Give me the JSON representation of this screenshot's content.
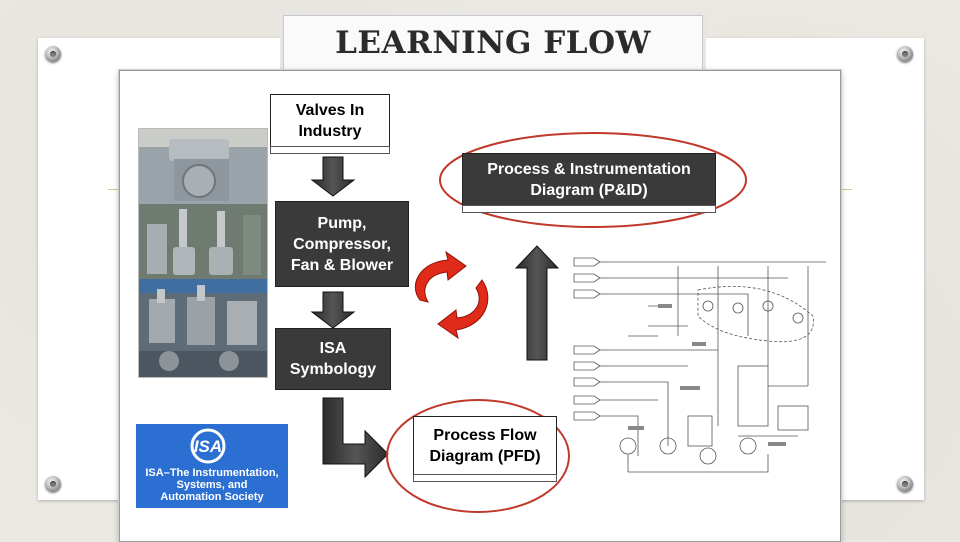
{
  "title": "LEARNING FLOW",
  "boxes": {
    "valves": "Valves In\nIndustry",
    "pump": "Pump,\nCompressor,\nFan & Blower",
    "isa": "ISA\nSymbology",
    "pfd": "Process Flow\nDiagram (PFD)",
    "pid": "Process & Instrumentation\nDiagram (P&ID)"
  },
  "isa_logo": {
    "mark": "ISA",
    "text": "ISA–The Instrumentation,\nSystems, and\nAutomation Society"
  },
  "colors": {
    "highlight_ellipse": "#c0392b",
    "cycle_arrows": "#e02a1a",
    "box_dark": "#3a3a3a",
    "isa_blue": "#2a6fd1",
    "gold_rule": "#d8c48e"
  }
}
